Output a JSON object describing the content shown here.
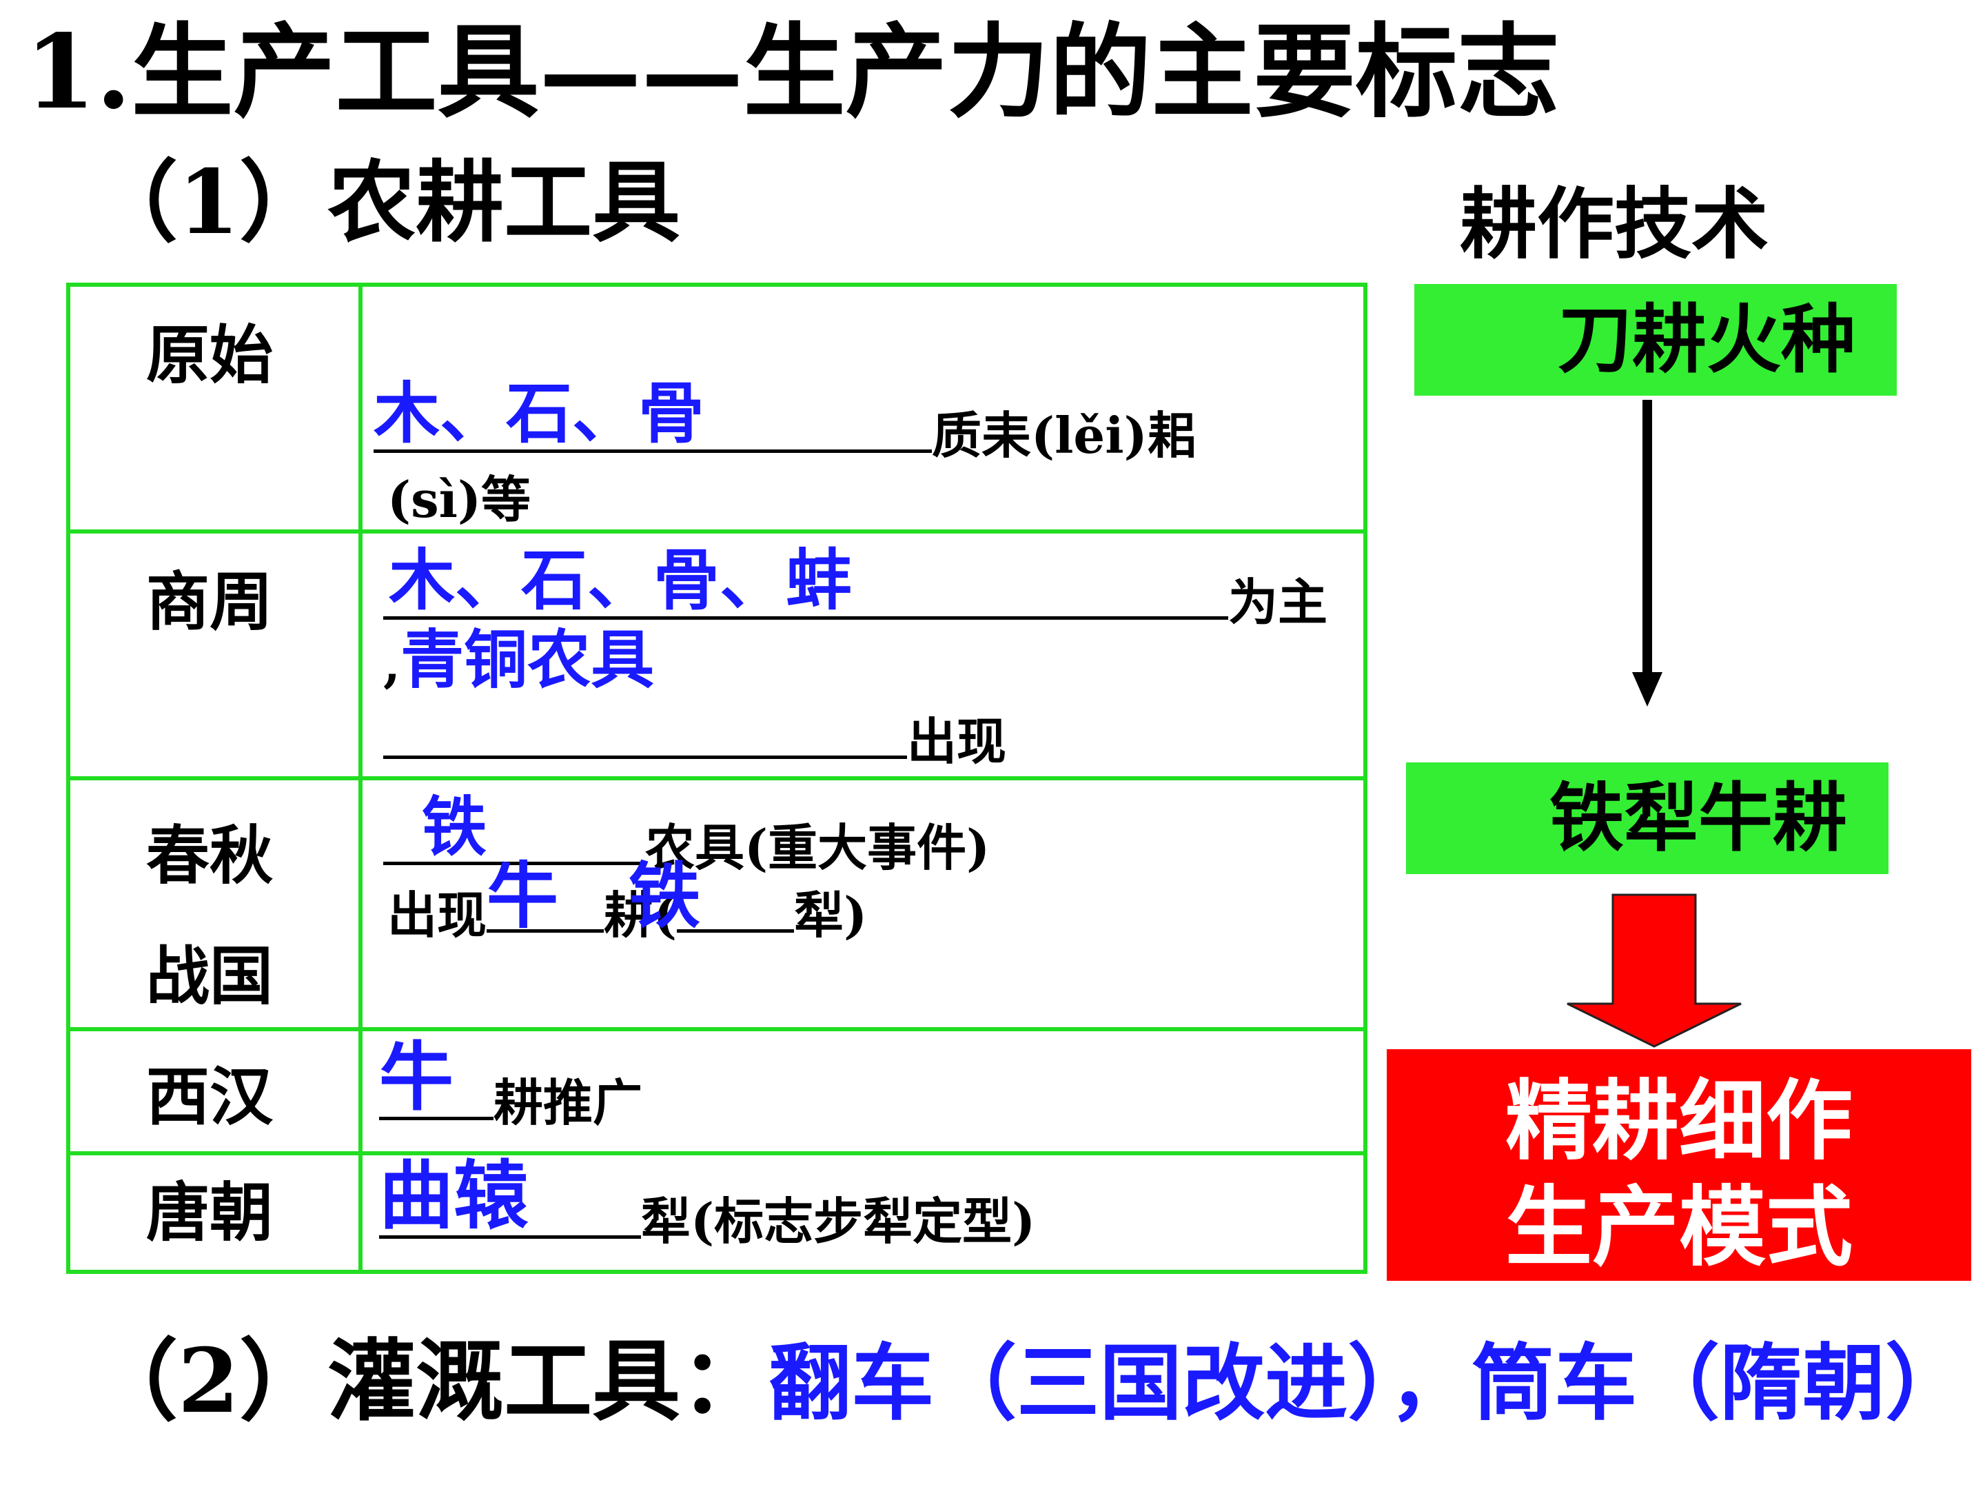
{
  "title": "1.生产工具——生产力的主要标志",
  "subtitle": "（1）农耕工具",
  "tech_heading": "耕作技术",
  "table": {
    "rows": [
      {
        "era": "原始",
        "answer": "木、石、骨",
        "text_after": "质耒(lěi)耜",
        "text_line2": "(sì)等"
      },
      {
        "era": "商周",
        "answer": "木、石、骨、蚌",
        "text_after": "为主",
        "answer2_prefix": ",",
        "answer2": "青铜农具",
        "text_line3": "出现"
      },
      {
        "era_line1": "春秋",
        "era_line2": "战国",
        "answer": "铁",
        "text_after": "农具(重大事件)",
        "line2_prefix": "出现",
        "answer2": "牛",
        "mid": "耕(",
        "answer3": "铁",
        "line2_suffix": "犁)"
      },
      {
        "era": "西汉",
        "answer": "牛",
        "text_after": "耕推广"
      },
      {
        "era": "唐朝",
        "answer": "曲辕",
        "text_after": "犁(标志步犁定型)"
      }
    ]
  },
  "flow": {
    "step1": "刀耕火种",
    "step2": "铁犁牛耕",
    "result_line1": "精耕细作",
    "result_line2": "生产模式"
  },
  "irrigation": {
    "label": "（2）灌溉工具：",
    "answer": "翻车（三国改进），筒车（隋朝）"
  },
  "colors": {
    "table_border": "#22dd22",
    "answer": "#1a1aff",
    "green_box": "#33ee33",
    "red_box": "#ff0000"
  }
}
